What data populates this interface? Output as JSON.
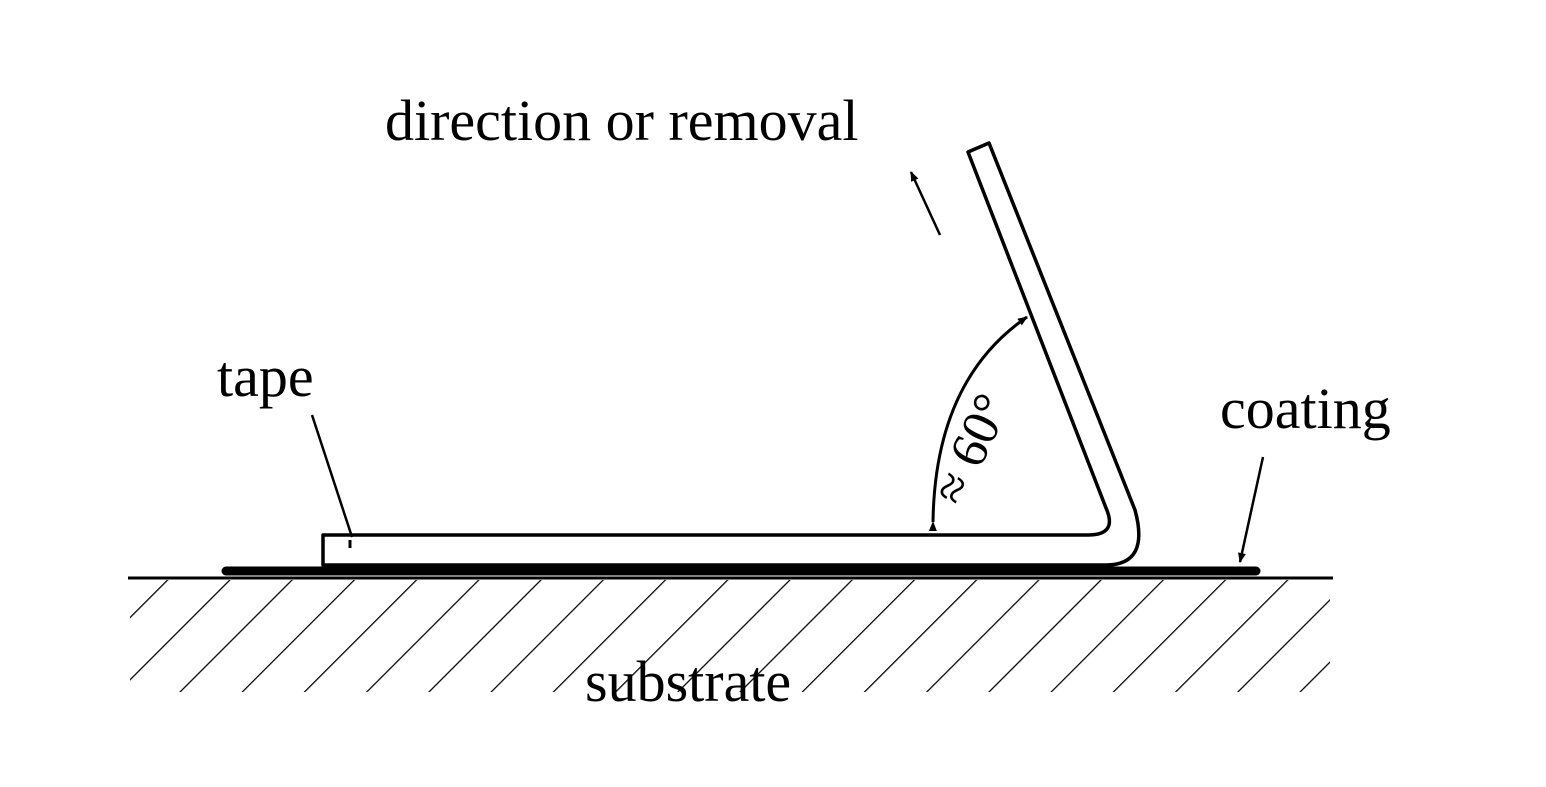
{
  "labels": {
    "direction": "direction or removal",
    "tape": "tape",
    "coating": "coating",
    "substrate": "substrate",
    "angle": "≈ 60°"
  },
  "colors": {
    "line": "#000000",
    "background": "#ffffff"
  }
}
